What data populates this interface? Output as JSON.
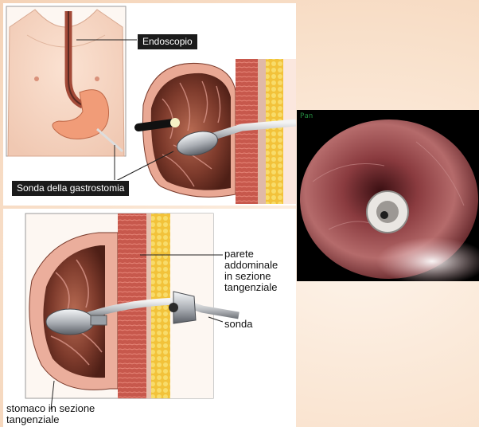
{
  "top_figure": {
    "label_endoscope": "Endoscopio",
    "label_gastrostomy_tube": "Sonda della gastrostomia"
  },
  "bottom_figure": {
    "label_abdominal_wall": "parete\naddominale\nin sezione\ntangenziale",
    "label_tube": "sonda",
    "label_stomach": "stomaco in sezione\ntangenziale"
  },
  "endoscopic_photo": {
    "overlay_text": "Pan"
  }
}
